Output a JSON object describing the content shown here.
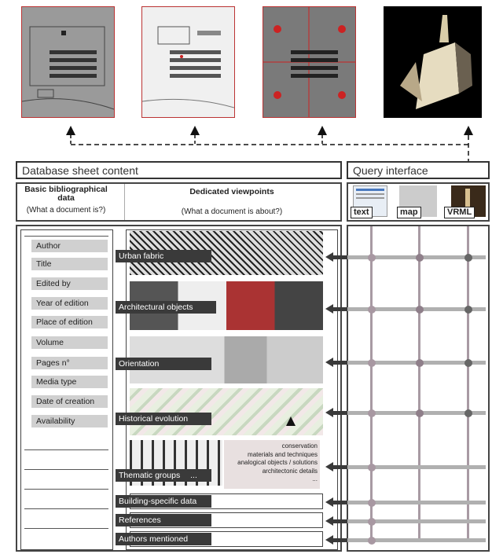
{
  "headers": {
    "sheet_content": "Database sheet content",
    "query_interface": "Query interface"
  },
  "columns": {
    "basic_title": "Basic bibliographical data",
    "basic_sub": "(What a document is?)",
    "dedicated_title": "Dedicated viewpoints",
    "dedicated_sub": "(What a document is about?)"
  },
  "fields": [
    "Author",
    "Title",
    "Edited by",
    "Year of edition",
    "Place of edition",
    "Volume",
    "Pages n°",
    "Media type",
    "Date of creation",
    "Availability"
  ],
  "viewpoints": [
    "Urban fabric",
    "Architectural objects",
    "Orientation",
    "Historical evolution",
    "Thematic groups",
    "Building-specific data",
    "References",
    "Authors mentioned"
  ],
  "thematic_ellipsis": "...",
  "thematic_notes": [
    "conservation",
    "materials and techniques",
    "analogical objects / solutions",
    "architectonic details",
    "..."
  ],
  "query_buttons": [
    "text",
    "map",
    "VRML"
  ],
  "colors": {
    "label_bg": "#3a3a3a",
    "field_bg": "#d0d0d0",
    "connector": "#b0b0b0",
    "dot": "#9a8a95"
  }
}
